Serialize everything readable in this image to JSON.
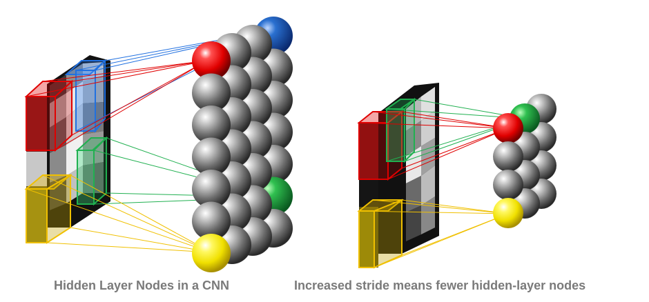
{
  "captions": {
    "left": "Hidden Layer Nodes in a CNN",
    "right": "Increased stride means fewer hidden-layer nodes"
  },
  "colors": {
    "red": "#e8000a",
    "blue": "#1060c0",
    "green": "#1aa040",
    "yellow": "#f2e000",
    "node_gray": "#6e6e6e"
  },
  "diagrams": [
    {
      "name": "dense",
      "hidden_grid": {
        "rows": 7,
        "columns": 4
      },
      "receptive_fields": [
        "red",
        "blue",
        "green",
        "yellow"
      ]
    },
    {
      "name": "strided",
      "hidden_grid": {
        "rows": 4,
        "columns": 3
      },
      "receptive_fields": [
        "red",
        "green",
        "yellow"
      ]
    }
  ]
}
